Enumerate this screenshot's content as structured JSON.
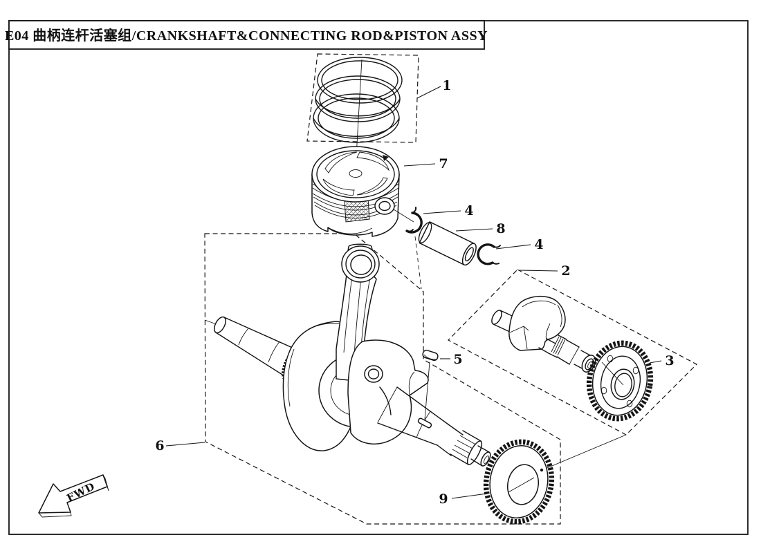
{
  "document": {
    "title_full": "E04 曲柄连杆活塞组/CRANKSHAFT&CONNECTING ROD&PISTON ASSY"
  },
  "direction_marker": {
    "label": "FWD"
  },
  "callouts": [
    {
      "num": "1",
      "part": "piston-ring-set"
    },
    {
      "num": "7",
      "part": "piston"
    },
    {
      "num": "4",
      "part": "circlip-left"
    },
    {
      "num": "8",
      "part": "piston-pin"
    },
    {
      "num": "4",
      "part": "circlip-right"
    },
    {
      "num": "2",
      "part": "balance-shaft"
    },
    {
      "num": "3",
      "part": "balance-shaft-gear"
    },
    {
      "num": "5",
      "part": "woodruff-key"
    },
    {
      "num": "6",
      "part": "crankshaft-conrod-assembly"
    },
    {
      "num": "9",
      "part": "crankshaft-gear"
    }
  ],
  "colors": {
    "ink": "#151515",
    "background": "#ffffff"
  }
}
